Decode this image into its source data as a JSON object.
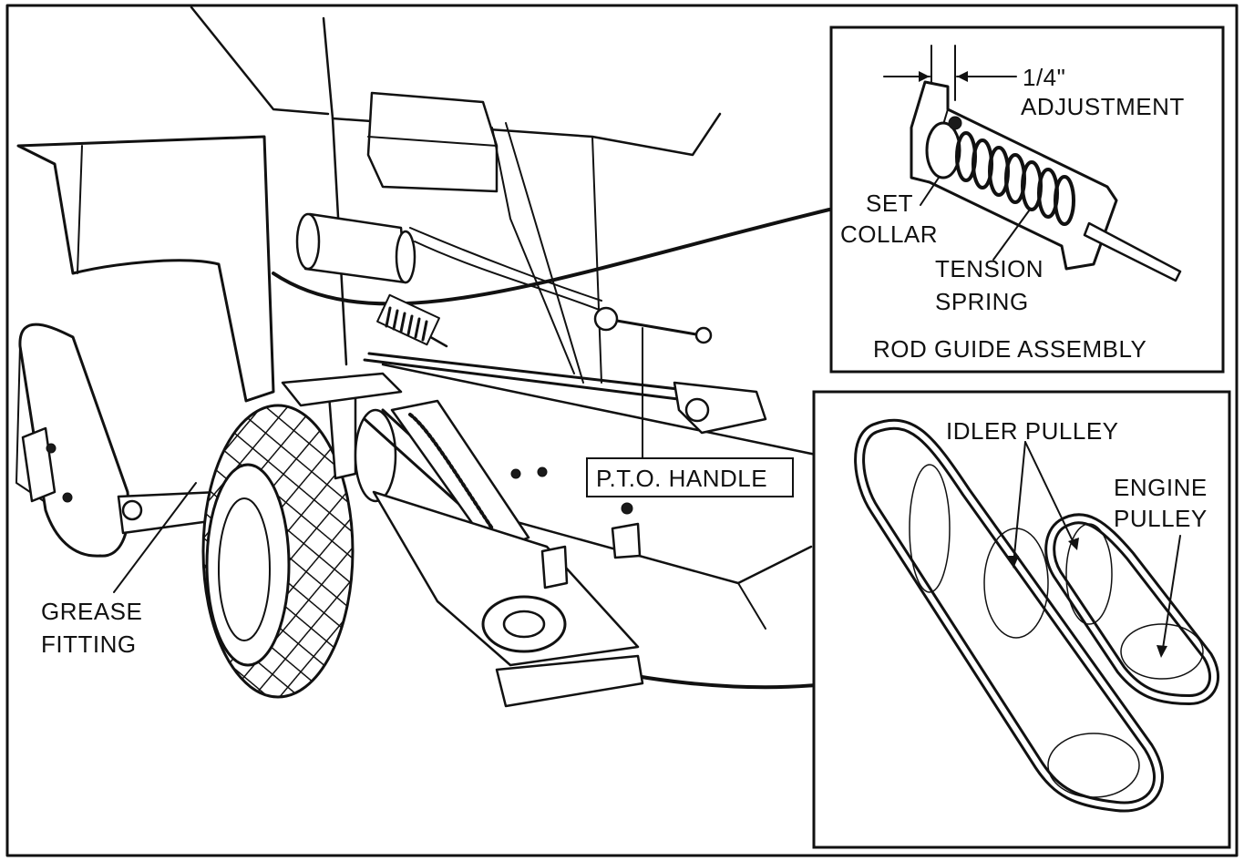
{
  "labels": {
    "adjustment_value": "1/4\"",
    "adjustment": "ADJUSTMENT",
    "set": "SET",
    "collar": "COLLAR",
    "tension": "TENSION",
    "spring": "SPRING",
    "rod_guide_assembly": "ROD GUIDE ASSEMBLY",
    "pto_handle": "P.T.O. HANDLE",
    "grease": "GREASE",
    "fitting": "FITTING",
    "idler_pulley": "IDLER PULLEY",
    "engine": "ENGINE",
    "pulley": "PULLEY"
  },
  "colors": {
    "ink": "#111111",
    "paper": "#ffffff"
  }
}
